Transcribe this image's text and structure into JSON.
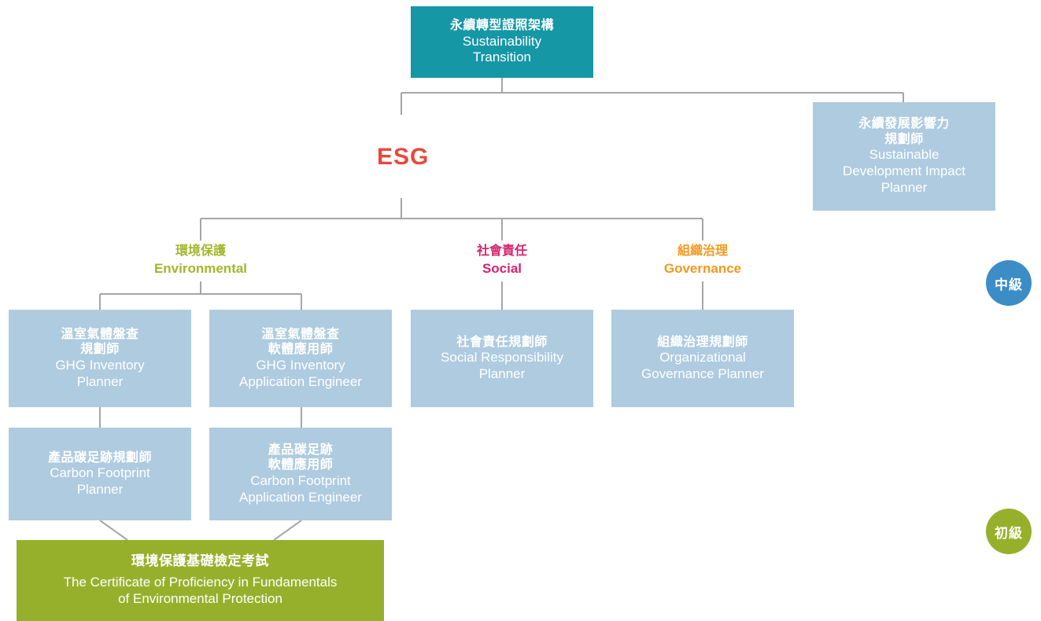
{
  "diagram": {
    "title_zh": "永續轉型證照架構",
    "title_en": "Sustainability Transition",
    "esg_label": "ESG",
    "colors": {
      "root": "#1697a6",
      "card": "#aecbe0",
      "exam": "#97b02c",
      "esg_text": "#e8483c",
      "environmental": "#a3b72c",
      "social": "#d6246e",
      "governance": "#f3991e",
      "badge_intermediate": "#3c8dc5",
      "badge_beginner": "#97b02c",
      "connector": "#a6a6a6"
    },
    "root": {
      "zh": "永續轉型證照架構",
      "en_line1": "Sustainability",
      "en_line2": "Transition"
    },
    "impact": {
      "zh_line1": "永續發展影響力",
      "zh_line2": "規劃師",
      "en_line1": "Sustainable",
      "en_line2": "Development Impact",
      "en_line3": "Planner"
    },
    "pillars": [
      {
        "zh": "環境保護",
        "en": "Environmental",
        "color": "#a3b72c"
      },
      {
        "zh": "社會責任",
        "en": "Social",
        "color": "#d6246e"
      },
      {
        "zh": "組織治理",
        "en": "Governance",
        "color": "#f3991e"
      }
    ],
    "cards": {
      "ghg_planner": {
        "zh_line1": "溫室氣體盤查",
        "zh_line2": "規劃師",
        "en_line1": "GHG Inventory",
        "en_line2": "Planner"
      },
      "ghg_engineer": {
        "zh_line1": "溫室氣體盤查",
        "zh_line2": "軟體應用師",
        "en_line1": "GHG Inventory",
        "en_line2": "Application Engineer"
      },
      "social_planner": {
        "zh_line1": "社會責任規劃師",
        "en_line1": "Social Responsibility",
        "en_line2": "Planner"
      },
      "governance_planner": {
        "zh_line1": "組織治理規劃師",
        "en_line1": "Organizational",
        "en_line2": "Governance Planner"
      },
      "cf_planner": {
        "zh_line1": "產品碳足跡規劃師",
        "en_line1": "Carbon Footprint",
        "en_line2": "Planner"
      },
      "cf_engineer": {
        "zh_line1": "產品碳足跡",
        "zh_line2": "軟體應用師",
        "en_line1": "Carbon Footprint",
        "en_line2": "Application Engineer"
      }
    },
    "exam": {
      "zh": "環境保護基礎檢定考試",
      "en_line1": "The Certificate of Proficiency in Fundamentals",
      "en_line2": "of Environmental Protection"
    },
    "badges": [
      {
        "label": "中級",
        "level": "intermediate"
      },
      {
        "label": "初級",
        "level": "beginner"
      }
    ]
  }
}
